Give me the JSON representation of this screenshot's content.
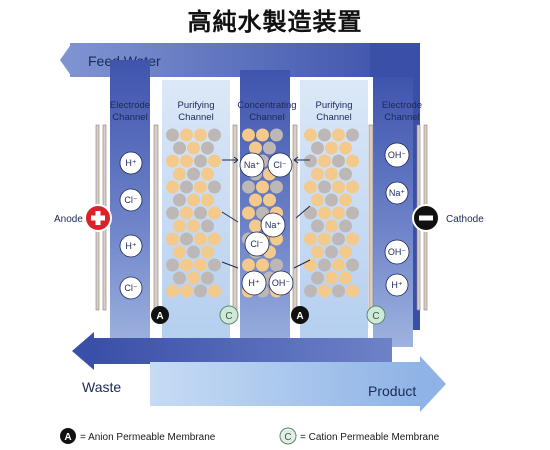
{
  "title": "高純水製造装置",
  "flows": {
    "feed_water": "Feed Water",
    "waste": "Waste",
    "product": "Product"
  },
  "channels": [
    {
      "line1": "Electrode",
      "line2": "Channel"
    },
    {
      "line1": "Purifying",
      "line2": "Channel"
    },
    {
      "line1": "Concentrating",
      "line2": "Channel"
    },
    {
      "line1": "Purifying",
      "line2": "Channel"
    },
    {
      "line1": "Electrode",
      "line2": "Channel"
    }
  ],
  "electrodes": {
    "anode": "Anode",
    "cathode": "Cathode"
  },
  "ions": {
    "left_electrode": [
      "H⁺",
      "Cl⁻",
      "H⁺",
      "Cl⁻"
    ],
    "concentrating": [
      "Na⁺",
      "Cl⁻",
      "Na⁺",
      "Cl⁻",
      "H⁺",
      "OH⁻"
    ],
    "right_electrode": [
      "OH⁻",
      "Na⁺",
      "OH⁻",
      "H⁺"
    ]
  },
  "membrane_markers": {
    "anion": "A",
    "cation": "C"
  },
  "legend": {
    "anion_symbol": "A",
    "anion_text": "= Anion Permeable Membrane",
    "cation_symbol": "C",
    "cation_text": "= Cation Permeable Membrane"
  },
  "colors": {
    "flow_dark": "#3a4fa8",
    "flow_mid": "#6f83c9",
    "flow_light": "#bcd4f0",
    "resin_orange": "#f3c98c",
    "resin_gray": "#bdb8b6",
    "anode_red": "#d9222a",
    "cathode_black": "#111111"
  }
}
